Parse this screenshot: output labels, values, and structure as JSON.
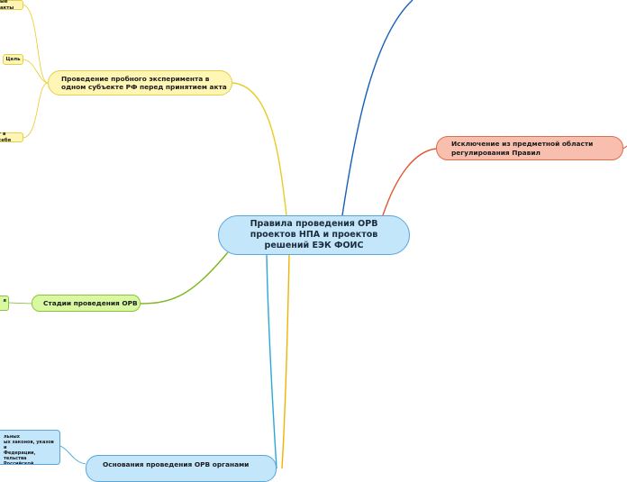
{
  "mindmap": {
    "center": {
      "label": "Правила проведения ОРВ\nпроектов НПА и проектов\nрешений ЕЭК ФОИС"
    },
    "branches": {
      "experiment": {
        "label": "Проведение пробного эксперимента в\nодном субъекте РФ перед принятием акта",
        "color": "#e8cc24",
        "leaves": [
          "ые акты",
          "Цель",
          "т в себя"
        ]
      },
      "exclusion": {
        "label": "Исключение из предметной области\nрегулирования Правил",
        "color": "#e0552e"
      },
      "stages": {
        "label": "Стадии проведения ОРВ",
        "color": "#7fb51f",
        "leaves": [
          "я"
        ]
      },
      "grounds": {
        "label": "Основания проведения ОРВ органами",
        "color": "#2ba6d6",
        "leaves": [
          "льных\nых законов, указов и\nФедерации,\nтельства Российской"
        ]
      },
      "top_right": {
        "color": "#1760b8"
      },
      "bottom_yellow": {
        "color": "#f0b400"
      }
    }
  }
}
